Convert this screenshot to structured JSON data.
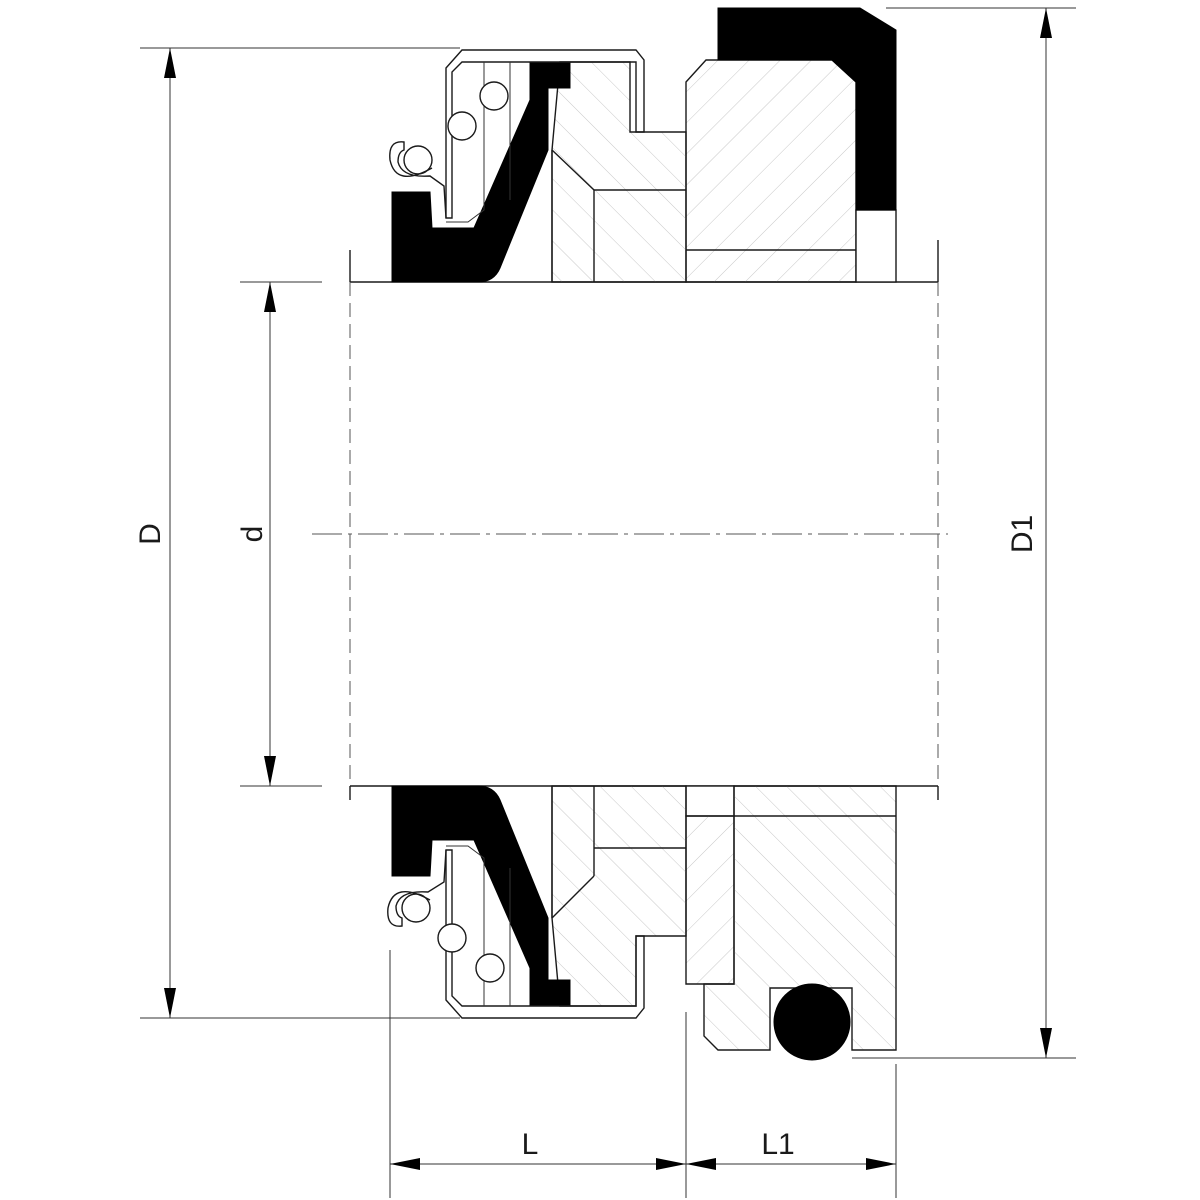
{
  "diagram": {
    "labels": {
      "D": "D",
      "d": "d",
      "D1": "D1",
      "L": "L",
      "L1": "L1"
    },
    "colors": {
      "line": "#1a1a1a",
      "elastomer": "#000000",
      "background": "#ffffff"
    }
  }
}
